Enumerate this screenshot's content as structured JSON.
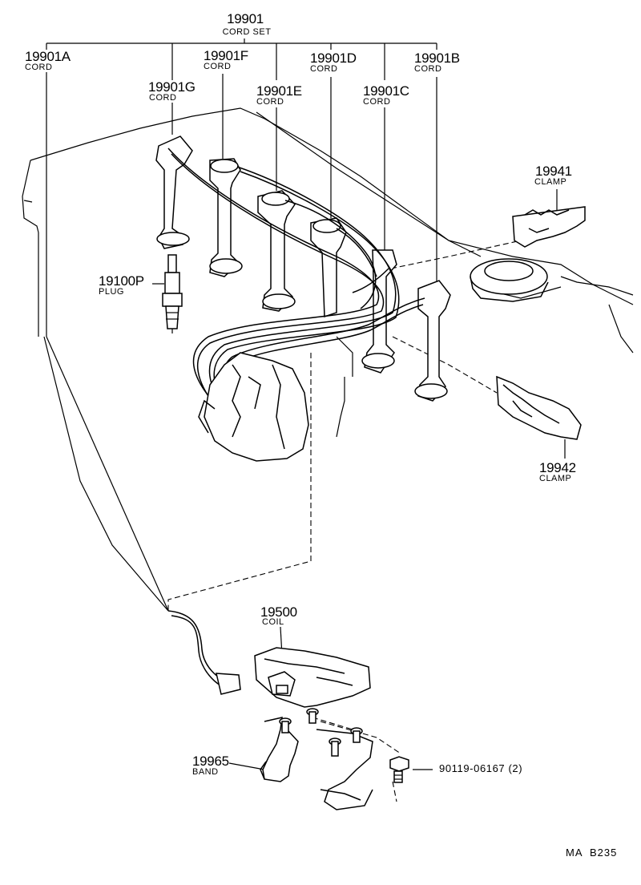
{
  "cord_set": {
    "number": "19901",
    "name": "CORD SET"
  },
  "cords": [
    {
      "number": "19901A",
      "name": "CORD"
    },
    {
      "number": "19901F",
      "name": "CORD"
    },
    {
      "number": "19901G",
      "name": "CORD"
    },
    {
      "number": "19901E",
      "name": "CORD"
    },
    {
      "number": "19901D",
      "name": "CORD"
    },
    {
      "number": "19901C",
      "name": "CORD"
    },
    {
      "number": "19901B",
      "name": "CORD"
    }
  ],
  "clamp_1": {
    "number": "19941",
    "name": "CLAMP"
  },
  "plug": {
    "number": "19100P",
    "name": "PLUG"
  },
  "clamp_2": {
    "number": "19942",
    "name": "CLAMP"
  },
  "coil": {
    "number": "19500",
    "name": "COIL"
  },
  "band": {
    "number": "19965",
    "name": "BAND"
  },
  "bolt": {
    "number": "90119-06167 (2)"
  },
  "ref": "MA  B235"
}
